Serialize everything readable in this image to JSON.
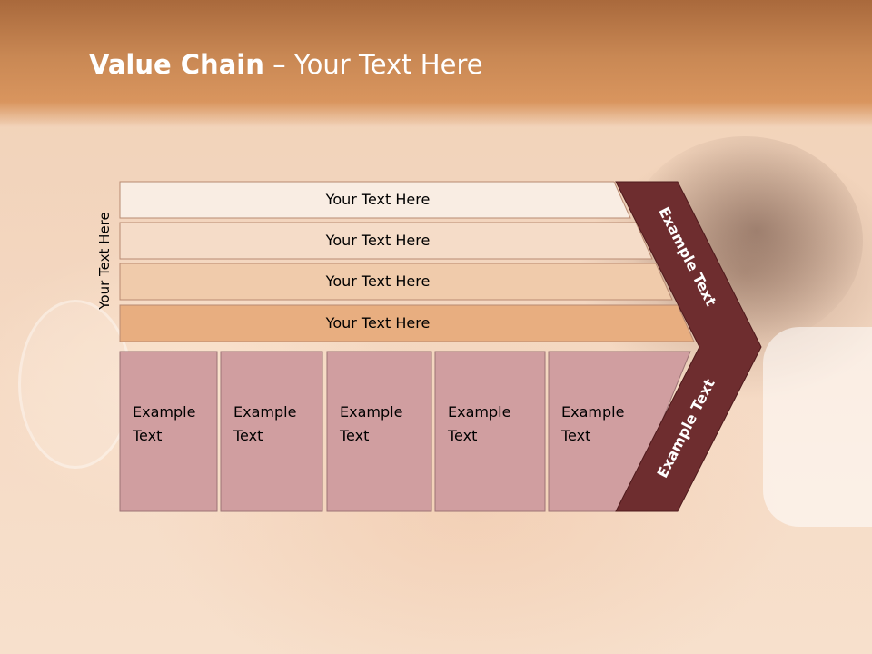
{
  "title": {
    "bold": "Value Chain",
    "rest": " – Your Text Here"
  },
  "side_label": "Your Text Here",
  "support_rows": [
    {
      "label": "Your Text Here",
      "color": "#f9ede3"
    },
    {
      "label": "Your Text Here",
      "color": "#f5dcc8"
    },
    {
      "label": "Your Text Here",
      "color": "#f0cbab"
    },
    {
      "label": "Your Text Here",
      "color": "#e8ae80"
    }
  ],
  "primary_boxes": [
    {
      "line1": "Example",
      "line2": "Text"
    },
    {
      "line1": "Example",
      "line2": "Text"
    },
    {
      "line1": "Example",
      "line2": "Text"
    },
    {
      "line1": "Example",
      "line2": "Text"
    },
    {
      "line1": "Example",
      "line2": "Text"
    }
  ],
  "chevron": {
    "upper": "Example Text",
    "lower": "Example Text"
  },
  "colors": {
    "primary_box": "#d09ea0",
    "chevron": "#6e2d2f",
    "row_border": "#b88a72"
  }
}
